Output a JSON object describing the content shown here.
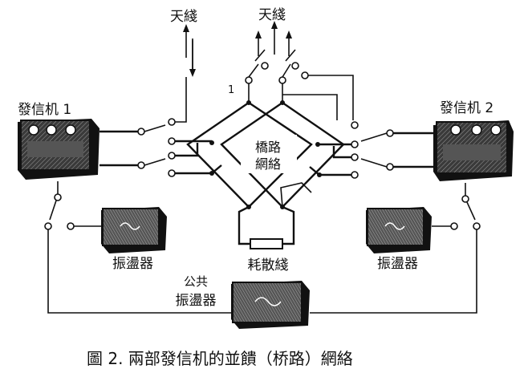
{
  "labels": {
    "antenna_1": "天綫",
    "antenna_2": "天綫",
    "port_1": "1",
    "tx_1": "發信机 1",
    "tx_2": "發信机 2",
    "bridge": [
      "橋路",
      "網絡"
    ],
    "oscillator_1": "振盪器",
    "oscillator_2": "振盪器",
    "dissipation": "耗散綫",
    "common_osc": [
      "公共",
      "振盪器"
    ],
    "caption": "圖 2.  兩部發信机的並饋（桥路）網絡"
  },
  "colors": {
    "ink": "#111111",
    "box_fill": "#2a2a2a",
    "paper": "#ffffff"
  }
}
